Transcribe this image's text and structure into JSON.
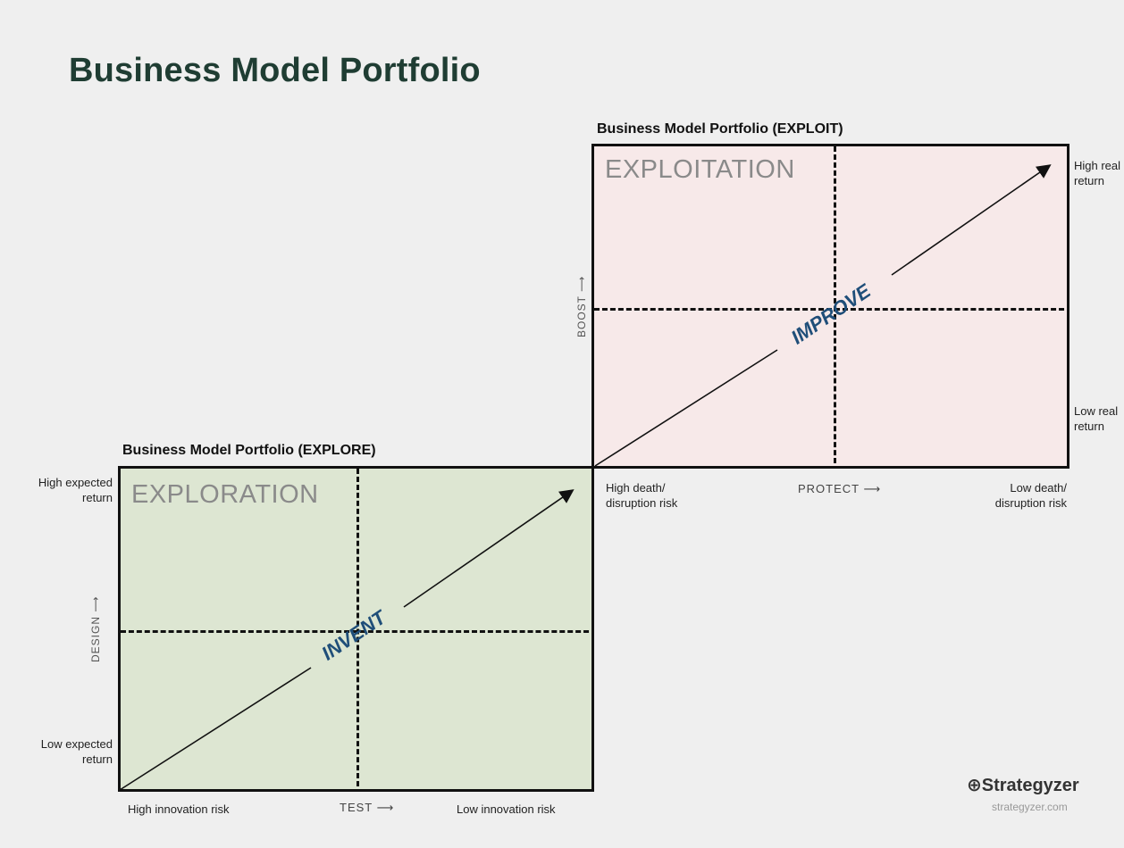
{
  "title": "Business Model Portfolio",
  "explore": {
    "box_title": "Business Model Portfolio (EXPLORE)",
    "quadrant_label": "EXPLORATION",
    "arrow_label": "INVENT",
    "y_axis_label": "DESIGN",
    "x_axis_label": "TEST",
    "y_high": "High expected return",
    "y_low": "Low expected return",
    "x_left": "High innovation risk",
    "x_right": "Low innovation risk",
    "color": "#dde6d2"
  },
  "exploit": {
    "box_title": "Business Model Portfolio (EXPLOIT)",
    "quadrant_label": "EXPLOITATION",
    "arrow_label": "IMPROVE",
    "y_axis_label": "BOOST",
    "x_axis_label": "PROTECT",
    "y_high": "High real return",
    "y_low": "Low real return",
    "x_left": "High death/ disruption risk",
    "x_right": "Low death/ disruption risk",
    "color": "#f7e9e9"
  },
  "brand": {
    "name": "Strategyzer",
    "url": "strategyzer.com"
  },
  "colors": {
    "title": "#1f3d33",
    "arrow_text": "#1f4e79"
  }
}
